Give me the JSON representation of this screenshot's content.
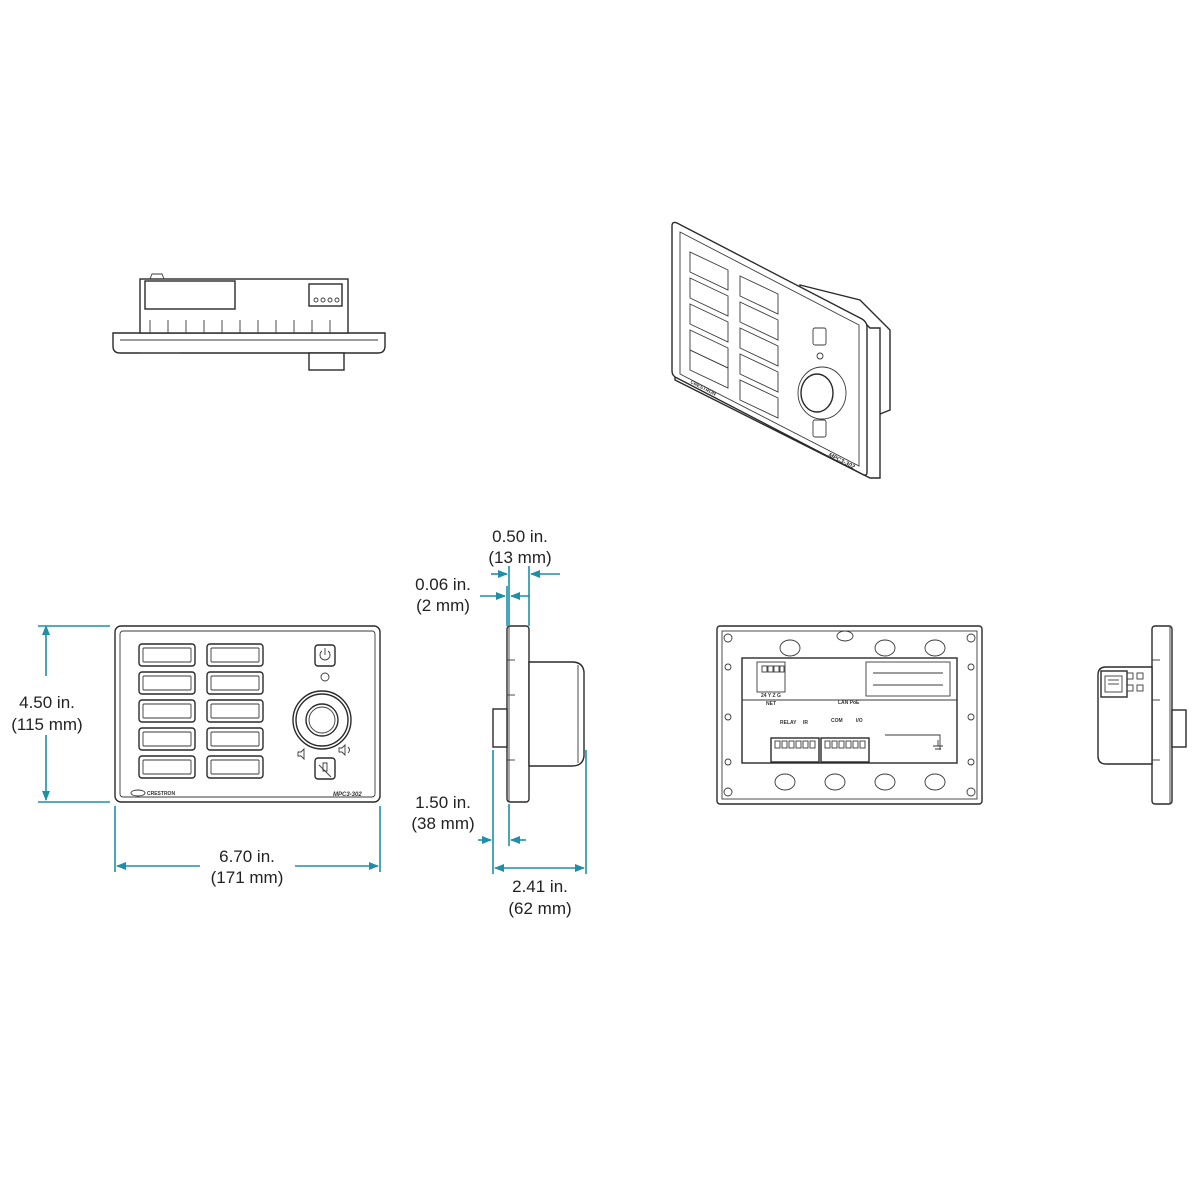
{
  "dimensions": {
    "height": {
      "in": "4.50 in.",
      "mm": "(115 mm)"
    },
    "width": {
      "in": "6.70 in.",
      "mm": "(171 mm)"
    },
    "faceplate_depth": {
      "in": "0.50 in.",
      "mm": "(13 mm)"
    },
    "plate_thickness": {
      "in": "0.06 in.",
      "mm": "(2 mm)"
    },
    "body_depth": {
      "in": "1.50 in.",
      "mm": "(38 mm)"
    },
    "overall_depth": {
      "in": "2.41 in.",
      "mm": "(62 mm)"
    }
  },
  "device": {
    "model": "MPC3-302",
    "brand": "CRESTRON",
    "button_rows": 5,
    "button_columns": 2
  },
  "rear_labels": {
    "net": "NET",
    "net_pins": "24 Y Z G",
    "lan": "LAN PoE",
    "relay": "RELAY",
    "ir": "IR",
    "com": "COM",
    "io": "I/O"
  },
  "colors": {
    "line": "#2a2a2a",
    "dimension": "#1f8fa8",
    "background": "#ffffff"
  }
}
